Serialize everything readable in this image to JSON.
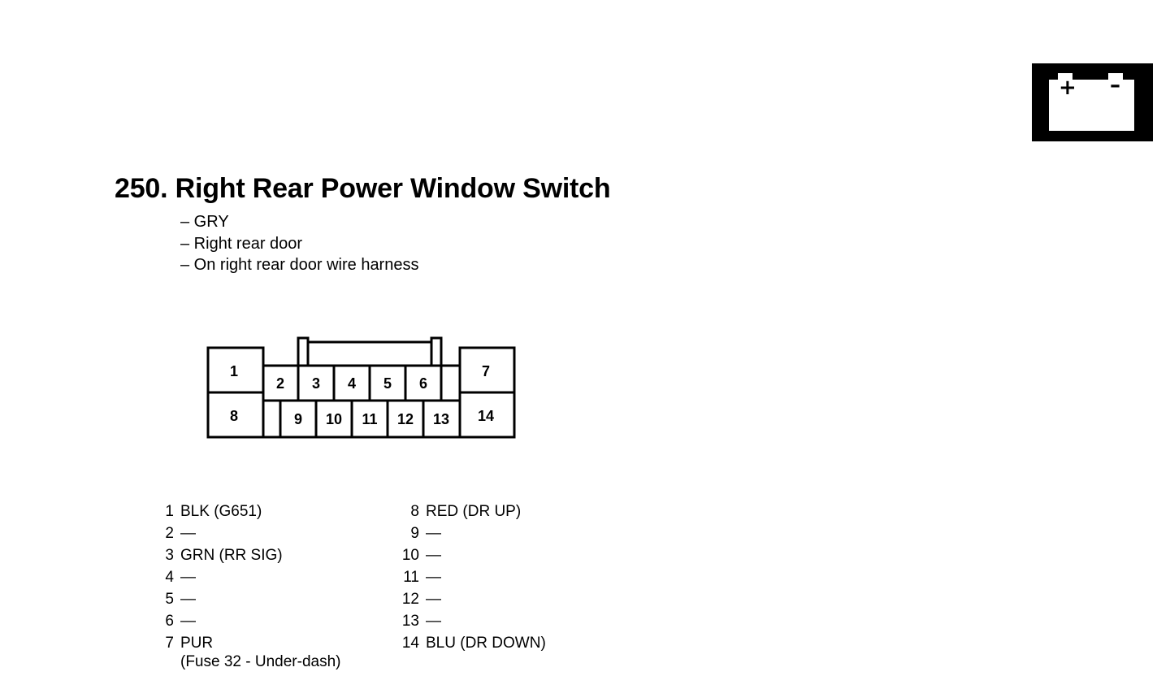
{
  "title": "250. Right Rear Power Window Switch",
  "description": [
    "– GRY",
    "– Right rear door",
    "– On right rear door wire harness"
  ],
  "battery_icon": {
    "plus": "+",
    "minus": "–"
  },
  "connector": {
    "pins": [
      "1",
      "2",
      "3",
      "4",
      "5",
      "6",
      "7",
      "8",
      "9",
      "10",
      "11",
      "12",
      "13",
      "14"
    ]
  },
  "pinout_left": [
    {
      "pin": "1",
      "desc": "BLK (G651)",
      "note": ""
    },
    {
      "pin": "2",
      "desc": "—",
      "note": ""
    },
    {
      "pin": "3",
      "desc": "GRN (RR SIG)",
      "note": ""
    },
    {
      "pin": "4",
      "desc": "—",
      "note": ""
    },
    {
      "pin": "5",
      "desc": "—",
      "note": ""
    },
    {
      "pin": "6",
      "desc": "—",
      "note": ""
    },
    {
      "pin": "7",
      "desc": "PUR",
      "note": "(Fuse 32 - Under-dash)"
    }
  ],
  "pinout_right": [
    {
      "pin": "8",
      "desc": "RED (DR UP)"
    },
    {
      "pin": "9",
      "desc": "—"
    },
    {
      "pin": "10",
      "desc": "—"
    },
    {
      "pin": "11",
      "desc": "—"
    },
    {
      "pin": "12",
      "desc": "—"
    },
    {
      "pin": "13",
      "desc": "—"
    },
    {
      "pin": "14",
      "desc": "BLU (DR DOWN)"
    }
  ]
}
